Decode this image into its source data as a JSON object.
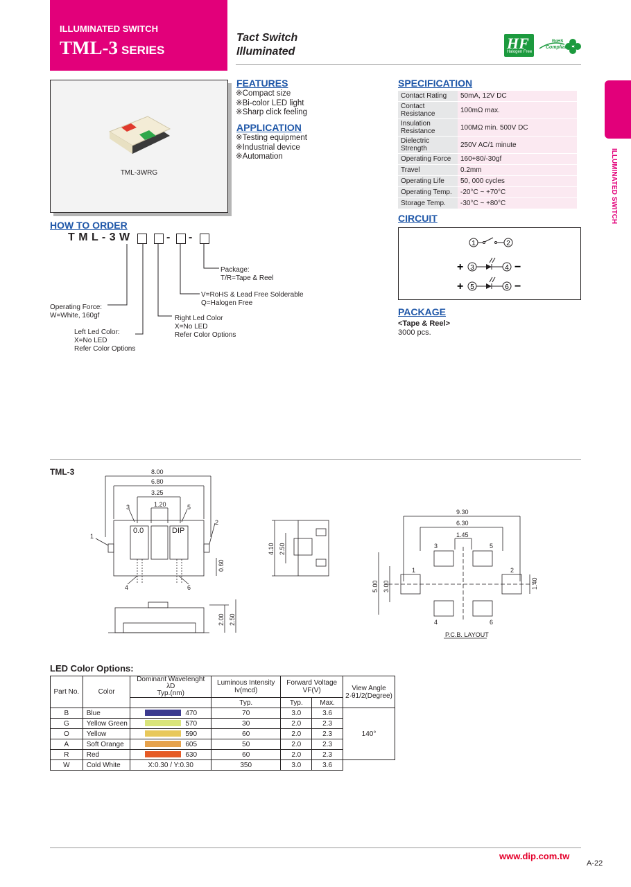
{
  "header": {
    "category": "ILLUMINATED SWITCH",
    "series_name": "TML-3",
    "series_word": "SERIES",
    "title_line1": "Tact Switch",
    "title_line2": "Illuminated",
    "hf_logo": "Halogen Free",
    "rohs_logo_1": "RoHS",
    "rohs_logo_2": "Compliant"
  },
  "side_tab": "ILLUMINATED SWITCH",
  "product_image_caption": "TML-3WRG",
  "features": {
    "heading": "FEATURES",
    "items": [
      "※Compact size",
      "※Bi-color LED light",
      "※Sharp click feeling"
    ]
  },
  "application": {
    "heading": "APPLICATION",
    "items": [
      "※Testing equipment",
      "※Industrial device",
      "※Automation"
    ]
  },
  "specification": {
    "heading": "SPECIFICATION",
    "rows": [
      {
        "k": "Contact Rating",
        "v": "50mA, 12V DC"
      },
      {
        "k": "Contact Resistance",
        "v": "100mΩ max."
      },
      {
        "k": "Insulation Resistance",
        "v": "100MΩ min. 500V DC"
      },
      {
        "k": "Dielectric Strength",
        "v": "250V AC/1 minute"
      },
      {
        "k": "Operating Force",
        "v": "160+80/-30gf"
      },
      {
        "k": "Travel",
        "v": "0.2mm"
      },
      {
        "k": "Operating Life",
        "v": "50, 000 cycles"
      },
      {
        "k": "Operating Temp.",
        "v": "-20°C ~ +70°C"
      },
      {
        "k": "Storage Temp.",
        "v": "-30°C ~ +80°C"
      }
    ]
  },
  "circuit": {
    "heading": "CIRCUIT",
    "labels": [
      "1",
      "2",
      "3",
      "4",
      "5",
      "6",
      "+",
      "−",
      "+",
      "−"
    ]
  },
  "package": {
    "heading": "PACKAGE",
    "sub": "<Tape & Reel>",
    "qty": "3000 pcs."
  },
  "how_to_order": {
    "heading": "HOW TO ORDER",
    "code": "T M L - 3 W",
    "dashes": [
      "-",
      "-"
    ],
    "notes": {
      "package": [
        "Package:",
        "T/R=Tape & Reel"
      ],
      "rohs": [
        "V=RoHS & Lead Free Solderable",
        "Q=Halogen Free"
      ],
      "right_led": [
        "Right Led Color",
        "X=No LED",
        "Refer Color Options"
      ],
      "op_force": [
        "Operating Force:",
        "W=White, 160gf"
      ],
      "left_led": [
        "Left Led Color:",
        "X=No LED",
        "Refer Color Options"
      ]
    }
  },
  "drawing": {
    "title": "TML-3",
    "dims_top": [
      "8.00",
      "6.80",
      "3.25",
      "1.20"
    ],
    "pins": [
      "1",
      "2",
      "3",
      "4",
      "5",
      "6"
    ],
    "dims_side": [
      "0.60",
      "4.10",
      "2.50",
      "2.00",
      "2.50"
    ],
    "marks": [
      "0.0",
      "DIP"
    ],
    "pcb_dims": [
      "9.30",
      "6.30",
      "1.45",
      "5.00",
      "3.00",
      "1.40"
    ],
    "pcb_label": "P.C.B. LAYOUT"
  },
  "led_options": {
    "heading": "LED Color Options:",
    "headers": {
      "part_no": "Part No.",
      "color": "Color",
      "wavelength_1": "Dominant Wavelenght",
      "wavelength_2": "λD",
      "wavelength_3": "Typ.(nm)",
      "intensity_1": "Luminous Intensity",
      "intensity_2": "Iv(mcd)",
      "voltage_1": "Forward Voltage",
      "voltage_2": "VF(V)",
      "view_1": "View Angle",
      "view_2": "2·θ1/2(Degree)",
      "typ": "Typ.",
      "typ2": "Typ.",
      "max": "Max."
    },
    "view_angle": "140°",
    "rows": [
      {
        "part": "B",
        "color": "Blue",
        "swatch": "#3b3a8f",
        "wl": "470",
        "iv": "70",
        "vtyp": "3.0",
        "vmax": "3.6"
      },
      {
        "part": "G",
        "color": "Yellow Green",
        "swatch": "#d9e47a",
        "wl": "570",
        "iv": "30",
        "vtyp": "2.0",
        "vmax": "2.3"
      },
      {
        "part": "O",
        "color": "Yellow",
        "swatch": "#e8c85a",
        "wl": "590",
        "iv": "60",
        "vtyp": "2.0",
        "vmax": "2.3"
      },
      {
        "part": "A",
        "color": "Soft Orange",
        "swatch": "#e6a24c",
        "wl": "605",
        "iv": "50",
        "vtyp": "2.0",
        "vmax": "2.3"
      },
      {
        "part": "R",
        "color": "Red",
        "swatch": "#e55a25",
        "wl": "630",
        "iv": "60",
        "vtyp": "2.0",
        "vmax": "2.3"
      },
      {
        "part": "W",
        "color": "Cold White",
        "swatch": "",
        "wl": "X:0.30 / Y:0.30",
        "iv": "350",
        "vtyp": "3.0",
        "vmax": "3.6"
      }
    ]
  },
  "footer": {
    "url": "www.dip.com.tw",
    "page": "A-22"
  },
  "colors": {
    "magenta": "#e2007a",
    "heading_blue": "#1f57a8",
    "hf_green": "#1c9a3e",
    "url_red": "#e4002b"
  }
}
